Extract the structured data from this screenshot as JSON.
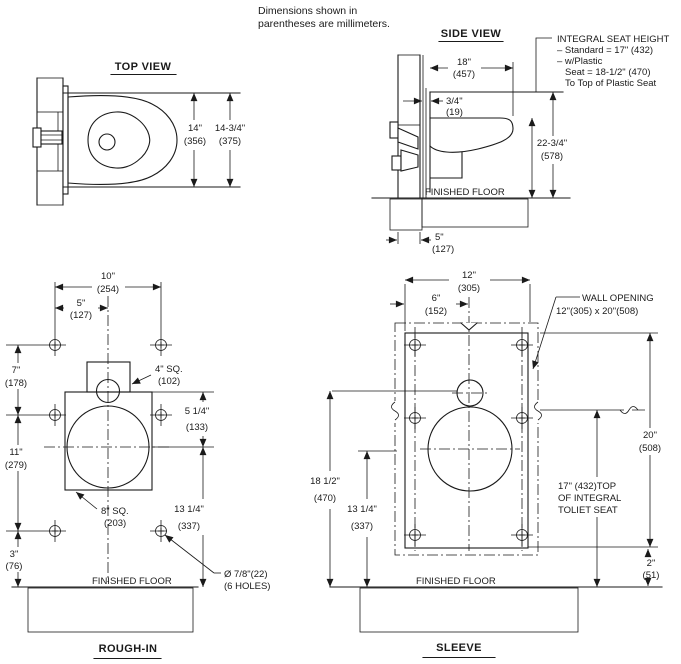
{
  "colors": {
    "ink": "#1a1a1a",
    "paper": "#ffffff"
  },
  "note": {
    "line1": "Dimensions shown in",
    "line2": "parentheses are millimeters."
  },
  "top_view": {
    "title": "TOP VIEW",
    "dim_14": "14\"",
    "dim_14_mm": "(356)",
    "dim_14_34": "14-3/4\"",
    "dim_14_34_mm": "(375)"
  },
  "side_view": {
    "title": "SIDE VIEW",
    "seat_note": {
      "heading": "INTEGRAL SEAT HEIGHT",
      "l2": "– Standard = 17\" (432)",
      "l3": "– w/Plastic",
      "l4": "Seat = 18-1/2\" (470)",
      "l5": "To Top of Plastic Seat"
    },
    "dim_18": "18\"",
    "dim_18_mm": "(457)",
    "dim_34": "3/4\"",
    "dim_34_mm": "(19)",
    "dim_22_34": "22-3/4\"",
    "dim_22_34_mm": "(578)",
    "dim_5": "5\"",
    "dim_5_mm": "(127)",
    "floor_label": "FINISHED FLOOR"
  },
  "rough_in": {
    "title": "ROUGH-IN",
    "dim_10": "10\"",
    "dim_10_mm": "(254)",
    "dim_5": "5\"",
    "dim_5_mm": "(127)",
    "dim_7": "7\"",
    "dim_7_mm": "(178)",
    "dim_11": "11\"",
    "dim_11_mm": "(279)",
    "dim_3": "3\"",
    "dim_3_mm": "(76)",
    "sq4": "4\" SQ.",
    "sq4_mm": "(102)",
    "sq8": "8\" SQ.",
    "sq8_mm": "(203)",
    "dim_5_14": "5 1/4\"",
    "dim_5_14_mm": "(133)",
    "dim_13_14": "13 1/4\"",
    "dim_13_14_mm": "(337)",
    "holes": "Ø 7/8\"(22)",
    "holes2": "(6 HOLES)",
    "floor_label": "FINISHED FLOOR"
  },
  "sleeve": {
    "title": "SLEEVE",
    "dim_12": "12\"",
    "dim_12_mm": "(305)",
    "dim_6": "6\"",
    "dim_6_mm": "(152)",
    "wall_opening1": "WALL OPENING",
    "wall_opening2": "12\"(305) x 20\"(508)",
    "dim_20": "20\"",
    "dim_20_mm": "(508)",
    "seat1": "17\" (432)TOP",
    "seat2": "OF INTEGRAL",
    "seat3": "TOLIET SEAT",
    "dim_18_12": "18 1/2\"",
    "dim_18_12_mm": "(470)",
    "dim_13_14": "13 1/4\"",
    "dim_13_14_mm": "(337)",
    "dim_2": "2\"",
    "dim_2_mm": "(51)",
    "floor_label": "FINISHED FLOOR"
  }
}
